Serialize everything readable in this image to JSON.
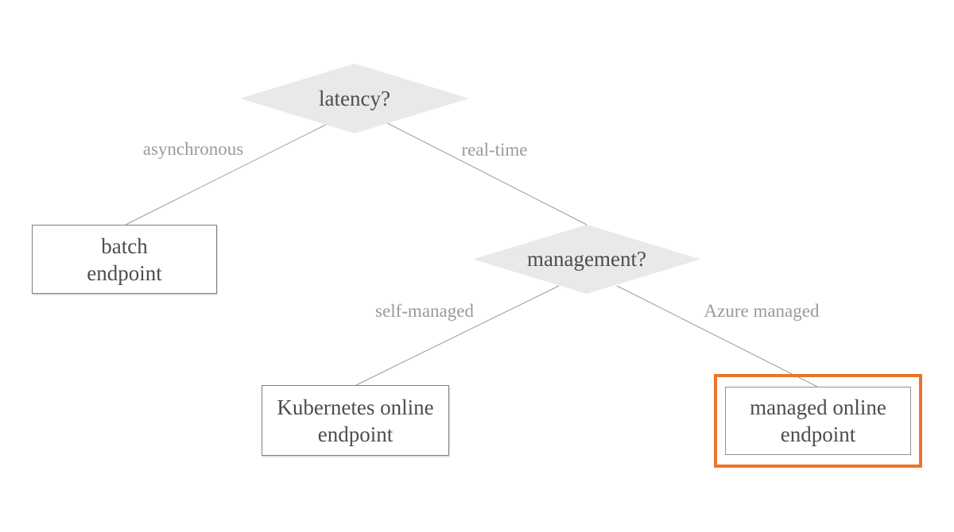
{
  "diagram": {
    "type": "decision-tree",
    "background_color": "#ffffff",
    "highlight_color": "#e8762b",
    "diamond_fill_color": "#e9e9e9",
    "node_text_color": "#4d4d4d",
    "branch_label_color": "#9a9a9a",
    "decisions": [
      {
        "id": "latency",
        "label": "latency?"
      },
      {
        "id": "management",
        "label": "management?"
      }
    ],
    "outcomes": [
      {
        "id": "batch",
        "line1": "batch",
        "line2": "endpoint",
        "highlighted": false
      },
      {
        "id": "kubernetes",
        "line1": "Kubernetes online",
        "line2": "endpoint",
        "highlighted": false
      },
      {
        "id": "managed",
        "line1": "managed online",
        "line2": "endpoint",
        "highlighted": true
      }
    ],
    "branches": [
      {
        "from": "latency",
        "to": "batch",
        "label": "asynchronous"
      },
      {
        "from": "latency",
        "to": "management",
        "label": "real-time"
      },
      {
        "from": "management",
        "to": "kubernetes",
        "label": "self-managed"
      },
      {
        "from": "management",
        "to": "managed",
        "label": "Azure managed"
      }
    ]
  }
}
